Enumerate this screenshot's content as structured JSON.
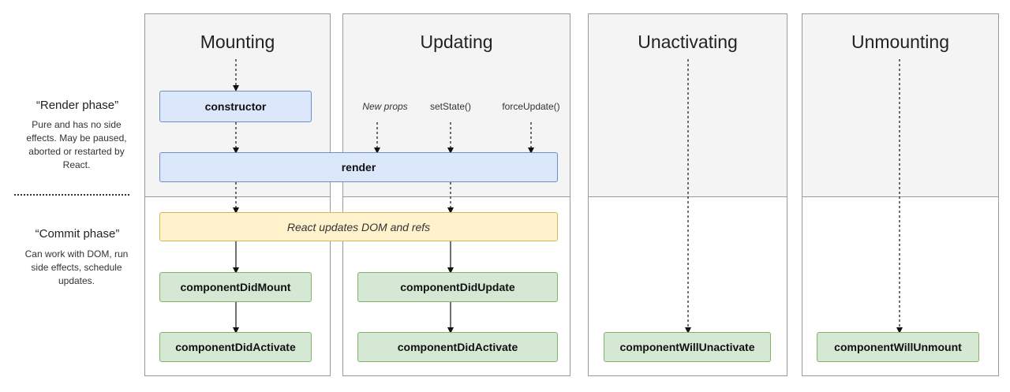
{
  "phases": {
    "render": {
      "title": "“Render phase”",
      "description": "Pure and has no side effects. May be paused, aborted or restarted by React."
    },
    "commit": {
      "title": "“Commit phase”",
      "description": "Can work with DOM, run side effects, schedule updates."
    }
  },
  "columns": {
    "mounting": "Mounting",
    "updating": "Updating",
    "unactivating": "Unactivating",
    "unmounting": "Unmounting"
  },
  "triggers": {
    "new_props": "New props",
    "set_state": "setState()",
    "force_update": "forceUpdate()"
  },
  "methods": {
    "constructor": "constructor",
    "render": "render",
    "dom_update": "React updates DOM and refs",
    "did_mount": "componentDidMount",
    "did_activate_mount": "componentDidActivate",
    "did_update": "componentDidUpdate",
    "did_activate_update": "componentDidActivate",
    "will_unactivate": "componentWillUnactivate",
    "will_unmount": "componentWillUnmount"
  },
  "colors": {
    "blue_fill": "#dbe8fc",
    "yellow_fill": "#fff2cc",
    "green_fill": "#d5e8d4",
    "shade": "#f4f4f4"
  }
}
